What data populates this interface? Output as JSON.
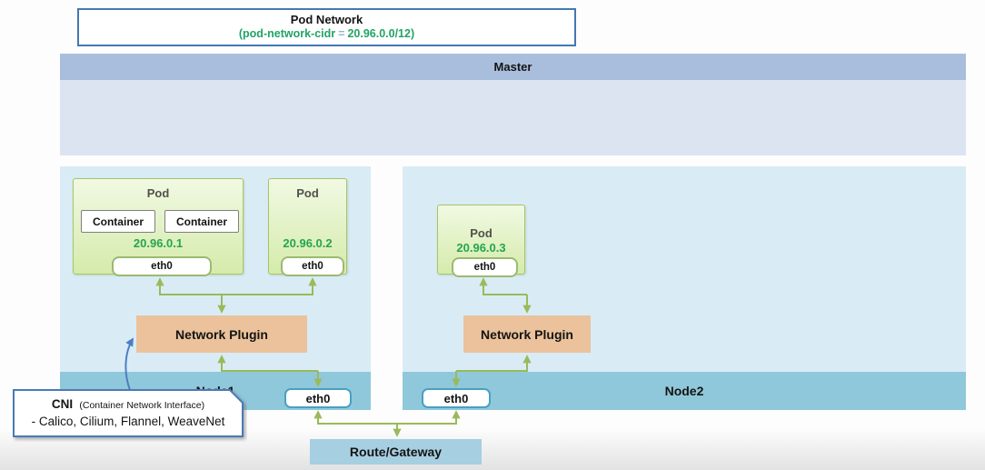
{
  "title_box": {
    "title": "Pod Network",
    "cidr_prefix": "(pod-network-cidr",
    "cidr_eq": "=",
    "cidr_value": "20.96.0.0/12)"
  },
  "master": {
    "label": "Master"
  },
  "nodes": [
    {
      "label": "Node1",
      "network_plugin_label": "Network Plugin",
      "eth0_label": "eth0",
      "pods": [
        {
          "title": "Pod",
          "containers": [
            "Container",
            "Container"
          ],
          "ip": "20.96.0.1",
          "eth0_label": "eth0"
        },
        {
          "title": "Pod",
          "ip": "20.96.0.2",
          "eth0_label": "eth0"
        }
      ]
    },
    {
      "label": "Node2",
      "network_plugin_label": "Network Plugin",
      "eth0_label": "eth0",
      "pods": [
        {
          "title": "Pod",
          "ip": "20.96.0.3",
          "eth0_label": "eth0"
        }
      ]
    }
  ],
  "gateway": {
    "label": "Route/Gateway"
  },
  "cni_note": {
    "title": "CNI",
    "subtitle": "(Container Network Interface)",
    "plugins": "- Calico, Cilium, Flannel, WeaveNet"
  },
  "colors": {
    "accent_green": "#21a366",
    "ip_green": "#24a64e",
    "arrow_green": "#9aba5a",
    "arrow_blue": "#4d7ec5",
    "master_header": "#a9bedd",
    "master_body": "#dce4f1",
    "node_body": "#d9ecf5",
    "node_bar": "#8fc8da",
    "network_plugin": "#ebc29b",
    "gateway": "#a6cfe2",
    "title_border": "#4478b0"
  }
}
